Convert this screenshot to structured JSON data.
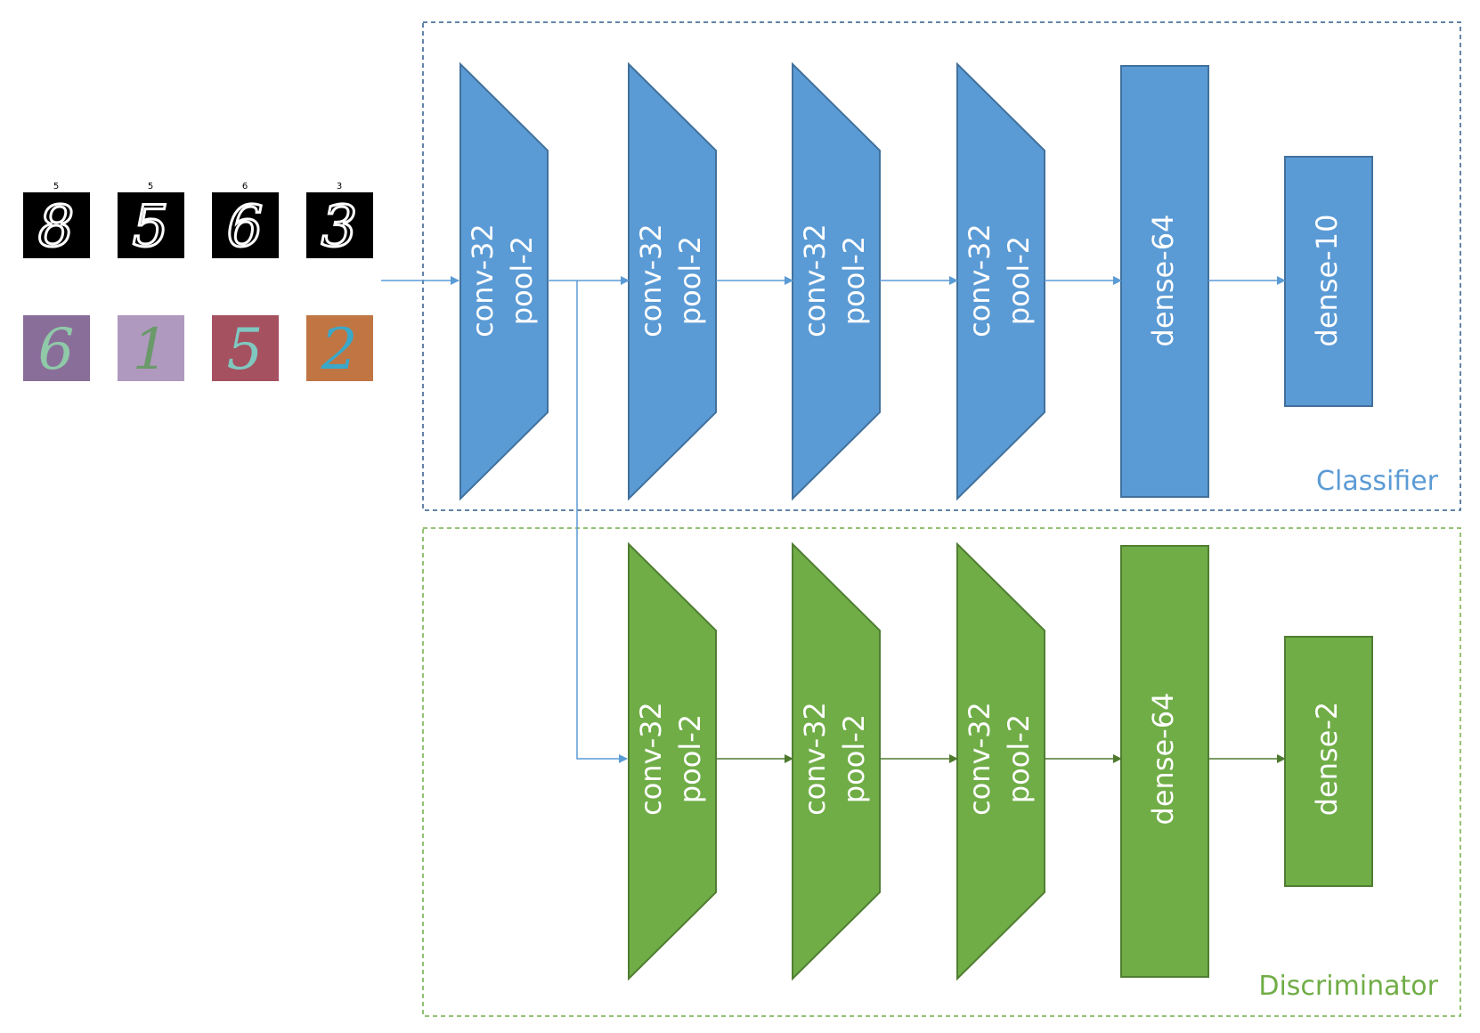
{
  "colors": {
    "classifier_fill": "#5b9bd5",
    "classifier_stroke": "#41719c",
    "classifier_title": "#5b9bd5",
    "discriminator_fill": "#70ad47",
    "discriminator_stroke": "#507e32",
    "discriminator_title": "#70ad47",
    "classifier_border": "#2e5c8a",
    "discriminator_border": "#70ad47",
    "arrow_blue": "#5b9bd5",
    "arrow_green": "#4e7a2e"
  },
  "inputs": {
    "mnist": [
      {
        "label": "5",
        "digit": "8"
      },
      {
        "label": "5",
        "digit": "5"
      },
      {
        "label": "6",
        "digit": "6"
      },
      {
        "label": "3",
        "digit": "3"
      }
    ],
    "mnist_m": [
      {
        "digit": "6",
        "bg": "#7a5a8c",
        "fg": "#8fc9a8"
      },
      {
        "digit": "1",
        "bg": "#a58bb5",
        "fg": "#6a9a6a"
      },
      {
        "digit": "5",
        "bg": "#9a3a4a",
        "fg": "#7fc8c0"
      },
      {
        "digit": "2",
        "bg": "#b8622a",
        "fg": "#3aa8c8"
      }
    ]
  },
  "classifier": {
    "title": "Classifier",
    "layers": [
      {
        "type": "conv",
        "line1": "conv-32",
        "line2": "pool-2"
      },
      {
        "type": "conv",
        "line1": "conv-32",
        "line2": "pool-2"
      },
      {
        "type": "conv",
        "line1": "conv-32",
        "line2": "pool-2"
      },
      {
        "type": "conv",
        "line1": "conv-32",
        "line2": "pool-2"
      },
      {
        "type": "dense",
        "line1": "dense-64"
      },
      {
        "type": "dense",
        "line1": "dense-10"
      }
    ]
  },
  "discriminator": {
    "title": "Discriminator",
    "layers": [
      {
        "type": "conv",
        "line1": "conv-32",
        "line2": "pool-2"
      },
      {
        "type": "conv",
        "line1": "conv-32",
        "line2": "pool-2"
      },
      {
        "type": "conv",
        "line1": "conv-32",
        "line2": "pool-2"
      },
      {
        "type": "dense",
        "line1": "dense-64"
      },
      {
        "type": "dense",
        "line1": "dense-2"
      }
    ]
  }
}
